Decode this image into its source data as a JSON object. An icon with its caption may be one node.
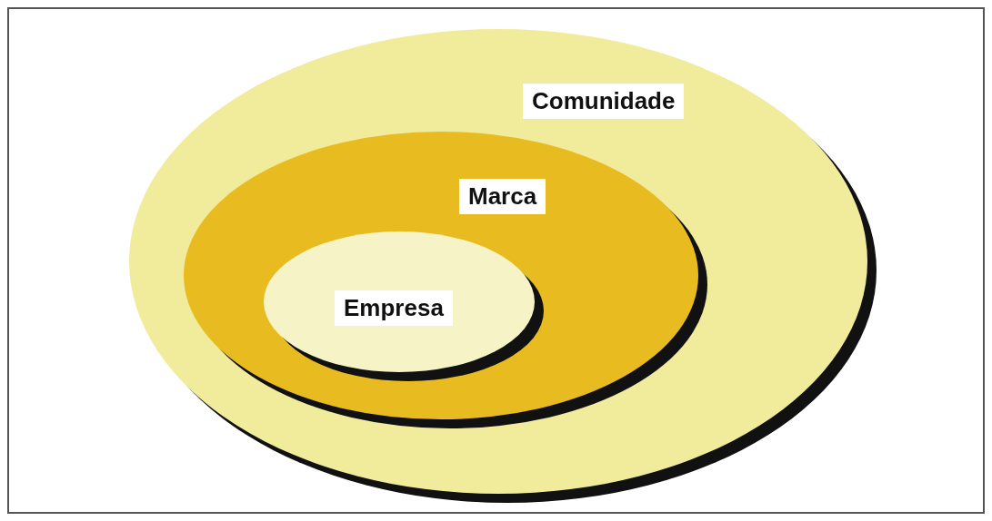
{
  "diagram": {
    "nodes": [
      {
        "text": [
          "Comunidade"
        ]
      },
      {
        "text": [
          "Marca"
        ],
        "in": 0
      },
      {
        "text": [
          "Empresa"
        ],
        "in": 1
      }
    ]
  }
}
